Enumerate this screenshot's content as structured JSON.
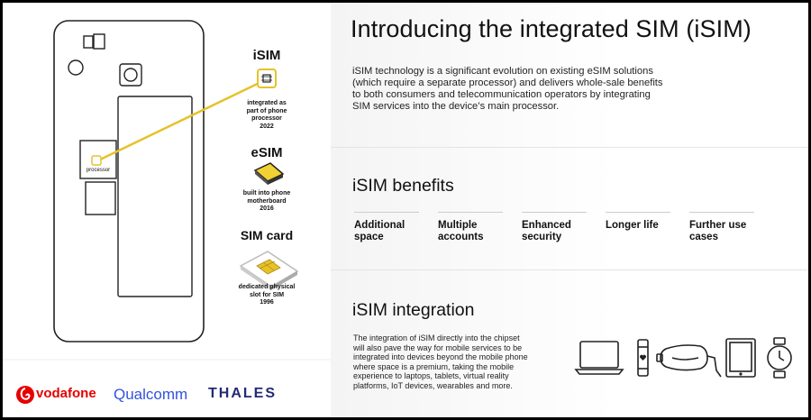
{
  "left": {
    "processor_label": "processor",
    "isim": {
      "title": "iSIM",
      "caption_lines": [
        "integrated as",
        "part of phone",
        "processor",
        "2022"
      ]
    },
    "esim": {
      "title": "eSIM",
      "caption_lines": [
        "built into phone",
        "motherboard",
        "2016"
      ]
    },
    "simcard": {
      "title": "SIM card",
      "caption_lines": [
        "dedicated physical",
        "slot for SIM",
        "1996"
      ]
    },
    "logos": [
      "vodafone",
      "Qualcomm",
      "THALES"
    ]
  },
  "right": {
    "title": "Introducing the integrated SIM (iSIM)",
    "intro_lines": [
      "iSIM technology is a significant evolution on existing eSIM solutions",
      "(which require a separate processor) and delivers whole-sale benefits",
      "to both consumers and telecommunication operators by integrating",
      "SIM services into the device’s main processor."
    ],
    "benefits_title": "iSIM benefits",
    "benefits": [
      {
        "line1": "Additional",
        "line2": "space"
      },
      {
        "line1": "Multiple",
        "line2": "accounts"
      },
      {
        "line1": "Enhanced",
        "line2": "security"
      },
      {
        "line1": "Longer life",
        "line2": ""
      },
      {
        "line1": "Further use",
        "line2": "cases"
      }
    ],
    "integration_title": "iSIM integration",
    "integration_lines": [
      "The integration of iSIM directly into the chipset",
      "will also pave the way for mobile services to be",
      "integrated into devices beyond the mobile phone",
      "where space is a premium, taking the mobile",
      "experience to laptops, tablets, virtual reality",
      "platforms, IoT devices, wearables and more."
    ]
  },
  "colors": {
    "accent": "#e6c229",
    "vodafone": "#e60000",
    "qualcomm": "#3253dc",
    "thales": "#242a75"
  },
  "icons": [
    "laptop-icon",
    "wearable-band-icon",
    "vr-headset-icon",
    "tablet-icon",
    "smartwatch-icon"
  ]
}
